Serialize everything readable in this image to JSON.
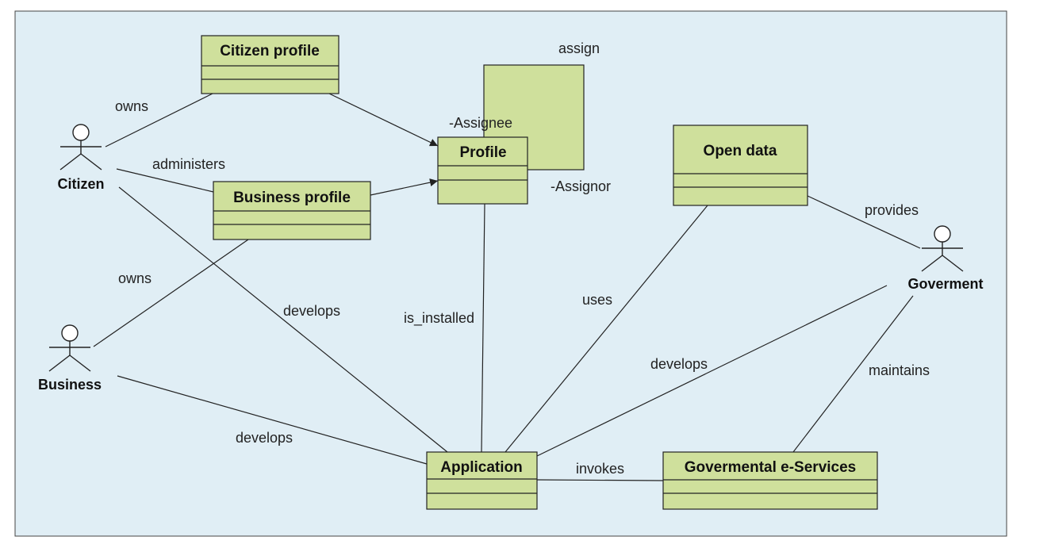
{
  "classes": {
    "citizen_profile": "Citizen profile",
    "business_profile": "Business profile",
    "profile": "Profile",
    "open_data": "Open data",
    "application": "Application",
    "gov_eservices": "Govermental e-Services"
  },
  "actors": {
    "citizen": "Citizen",
    "business": "Business",
    "government": "Goverment"
  },
  "associations": {
    "citizen_owns": "owns",
    "citizen_administers": "administers",
    "business_owns": "owns",
    "citizen_develops": "develops",
    "business_develops": "develops",
    "is_installed": "is_installed",
    "uses": "uses",
    "gov_develops": "develops",
    "provides": "provides",
    "maintains": "maintains",
    "invokes": "invokes",
    "assign": "assign",
    "assignee": "-Assignee",
    "assignor": "-Assignor"
  },
  "colors": {
    "background": "#e0eef5",
    "class_fill": "#cfe09c",
    "stroke": "#222222"
  }
}
